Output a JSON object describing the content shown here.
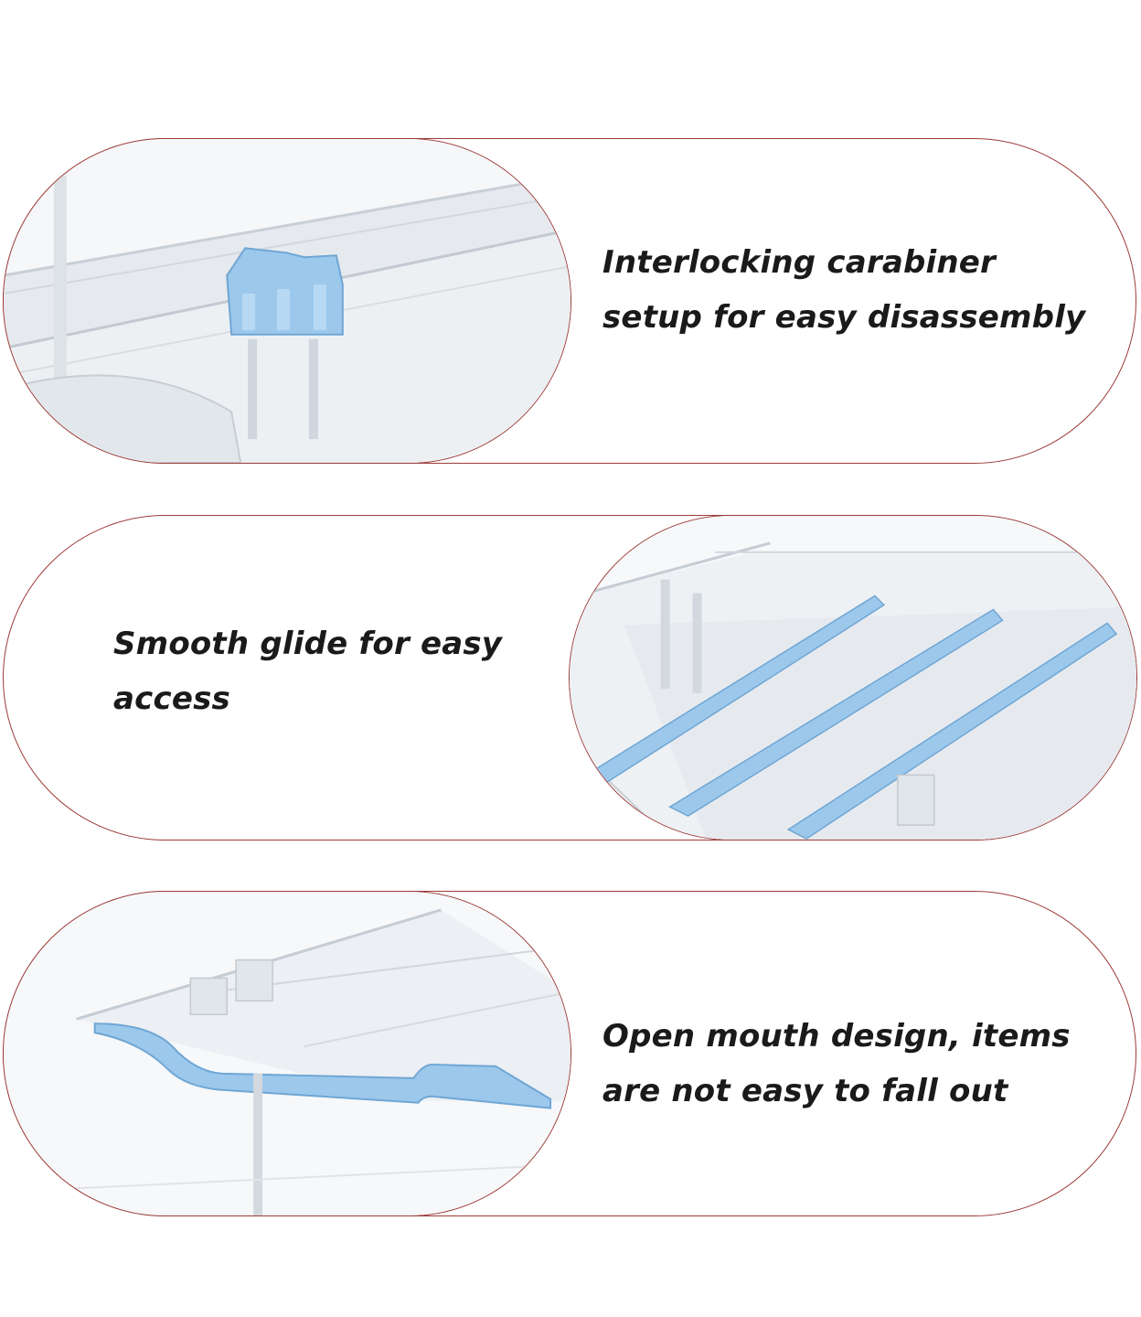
{
  "features": [
    {
      "caption_lines": [
        "Interlocking carabiner",
        "setup for easy disassembly"
      ],
      "photo_icon": "carabiner-clip-closeup-icon"
    },
    {
      "caption_lines": [
        "Smooth glide for easy",
        "access"
      ],
      "photo_icon": "sliding-drawer-dividers-icon"
    },
    {
      "caption_lines": [
        "Open mouth design, items",
        "are not easy to fall out"
      ],
      "photo_icon": "open-front-tray-icon"
    }
  ],
  "colors": {
    "outline": "#9c3b38",
    "accent_blue": "#8fc0e8",
    "text": "#1a1a1a",
    "background": "#ffffff"
  }
}
